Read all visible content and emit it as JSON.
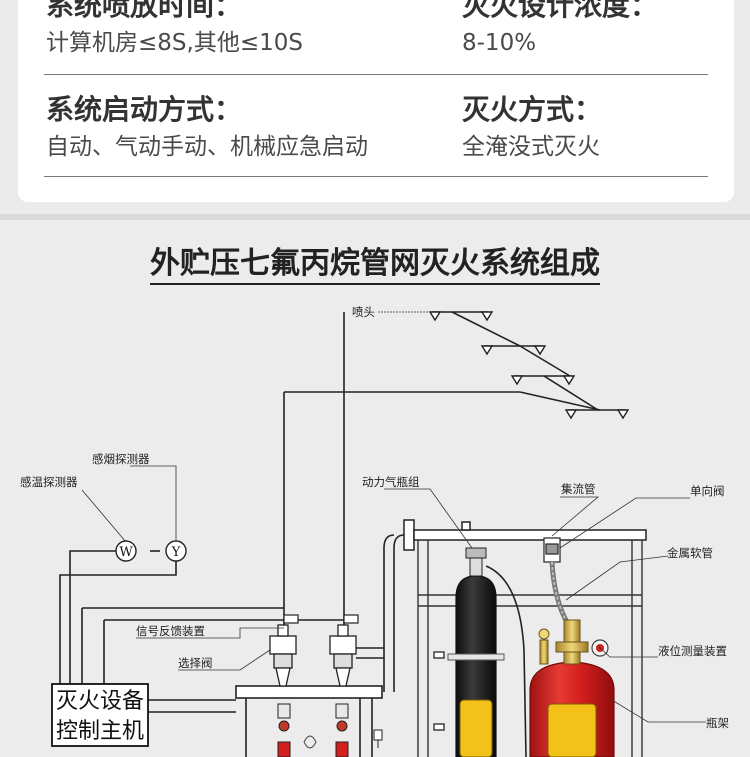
{
  "specs": {
    "discharge_time": {
      "label": "系统喷放时间：",
      "value": "计算机房≤8S,其他≤10S"
    },
    "design_concentration": {
      "label": "灭火设计浓度：",
      "value": "8-10%"
    },
    "start_mode": {
      "label": "系统启动方式：",
      "value": "自动、气动手动、机械应急启动"
    },
    "extinguish_mode": {
      "label": "灭火方式：",
      "value": "全淹没式灭火"
    }
  },
  "diagram": {
    "title": "外贮压七氟丙烷管网灭火系统组成",
    "labels": {
      "nozzle": "喷头",
      "smoke_detector": "感烟探测器",
      "heat_detector": "感温探测器",
      "power_gas_group": "动力气瓶组",
      "manifold": "集流管",
      "check_valve": "单向阀",
      "metal_hose": "金属软管",
      "signal_feedback": "信号反馈装置",
      "selector_valve": "选择阀",
      "level_gauge": "液位测量装置",
      "frame": "瓶架"
    },
    "detectors": {
      "heat": "W",
      "smoke": "Y"
    },
    "controller": {
      "line1": "灭火设备",
      "line2": "控制主机"
    },
    "colors": {
      "cylinder_red": "#d41f1f",
      "cylinder_black": "#1c1c1c",
      "label_yellow": "#f2c21a",
      "line": "#222222"
    }
  }
}
